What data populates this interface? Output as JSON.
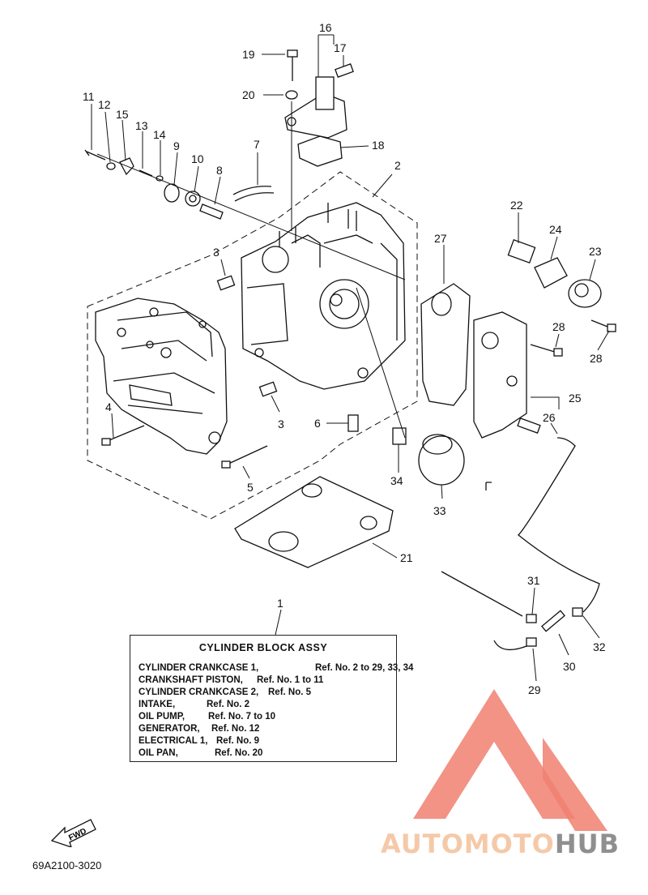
{
  "callouts": [
    "1",
    "2",
    "3",
    "3",
    "4",
    "5",
    "6",
    "7",
    "8",
    "9",
    "10",
    "11",
    "12",
    "13",
    "14",
    "15",
    "16",
    "17",
    "18",
    "19",
    "20",
    "21",
    "22",
    "23",
    "24",
    "25",
    "26",
    "27",
    "28",
    "28",
    "29",
    "30",
    "31",
    "32",
    "33",
    "34"
  ],
  "info_box": {
    "title": "CYLINDER BLOCK ASSY",
    "rows": [
      {
        "name": "CYLINDER CRANKCASE 1,",
        "ref": "Ref. No. 2 to 29, 33, 34"
      },
      {
        "name": "CRANKSHAFT PISTON,",
        "ref": "Ref. No. 1 to 11"
      },
      {
        "name": "CYLINDER CRANKCASE 2,",
        "ref": "Ref. No. 5"
      },
      {
        "name": "INTAKE,",
        "ref": "Ref. No. 2"
      },
      {
        "name": "OIL PUMP,",
        "ref": "Ref. No. 7 to 10"
      },
      {
        "name": "GENERATOR,",
        "ref": "Ref. No. 12"
      },
      {
        "name": "ELECTRICAL 1,",
        "ref": "Ref. No. 9"
      },
      {
        "name": "OIL PAN,",
        "ref": "Ref. No. 20"
      }
    ]
  },
  "fwd_label": "FWD",
  "drawing_code": "69A2100-3020",
  "watermark": {
    "part1": "AUTOMOTO",
    "part2": "HUB",
    "color_main": "#f08070",
    "color_text": "#f5c9a8",
    "color_grey": "#8f8f8f"
  }
}
